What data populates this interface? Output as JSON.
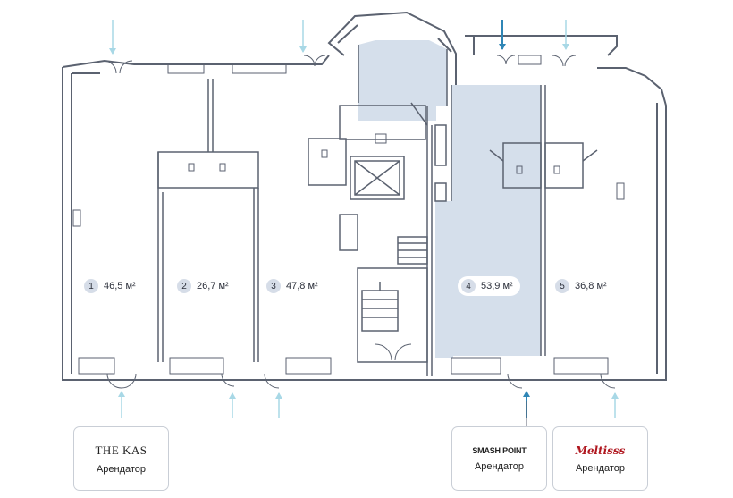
{
  "rooms": [
    {
      "num": "1",
      "area": "46,5 м²",
      "highlighted": false
    },
    {
      "num": "2",
      "area": "26,7 м²",
      "highlighted": false
    },
    {
      "num": "3",
      "area": "47,8 м²",
      "highlighted": false
    },
    {
      "num": "4",
      "area": "53,9 м²",
      "highlighted": true
    },
    {
      "num": "5",
      "area": "36,8 м²",
      "highlighted": false
    }
  ],
  "tenants": [
    {
      "logo": "THE KAS",
      "label": "Арендатор"
    },
    {
      "logo": "SMASH POINT",
      "label": "Арендатор"
    },
    {
      "logo": "Meltisss",
      "label": "Арендатор"
    }
  ],
  "colors": {
    "wall": "#5b6270",
    "highlight": "#d5dfeb",
    "arrow": "#a8d8e6",
    "arrow_active": "#2f86b6"
  }
}
